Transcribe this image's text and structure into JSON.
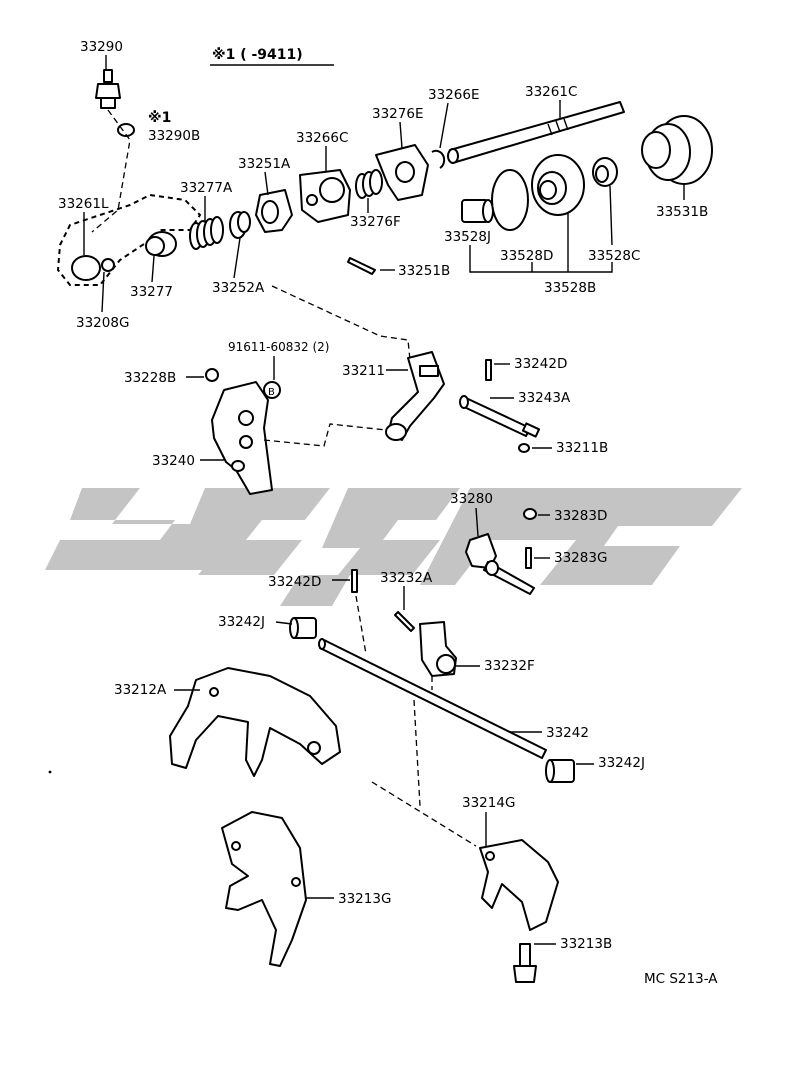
{
  "header": {
    "note": "※1 (     -9411)"
  },
  "labels": {
    "p33290": "33290",
    "note1": "※1",
    "p33290B": "33290B",
    "p33266E": "33266E",
    "p33261C": "33261C",
    "p33276E": "33276E",
    "p33266C": "33266C",
    "p33251A": "33251A",
    "p33277A": "33277A",
    "p33261L": "33261L",
    "p33276F": "33276F",
    "p33531B": "33531B",
    "p33528J": "33528J",
    "p33528D": "33528D",
    "p33528C": "33528C",
    "p33251B": "33251B",
    "p33528B": "33528B",
    "p33277": "33277",
    "p33252A": "33252A",
    "p33208G": "33208G",
    "p91611": "91611-60832 (2)",
    "bolt_mark": "B",
    "p33228B": "33228B",
    "p33211": "33211",
    "p33242D_top": "33242D",
    "p33243A": "33243A",
    "p33240": "33240",
    "p33211B": "33211B",
    "p33280": "33280",
    "p33283D": "33283D",
    "p33283G": "33283G",
    "p33242D_mid": "33242D",
    "p33232A": "33232A",
    "p33242J_left": "33242J",
    "p33232F": "33232F",
    "p33212A": "33212A",
    "p33242": "33242",
    "p33242J_right": "33242J",
    "p33214G": "33214G",
    "p33213G": "33213G",
    "p33213B": "33213B"
  },
  "footer": {
    "code": "MC  S213-A"
  },
  "colors": {
    "ink": "#000000",
    "watermark": "#c4c4c4",
    "background": "#ffffff"
  }
}
